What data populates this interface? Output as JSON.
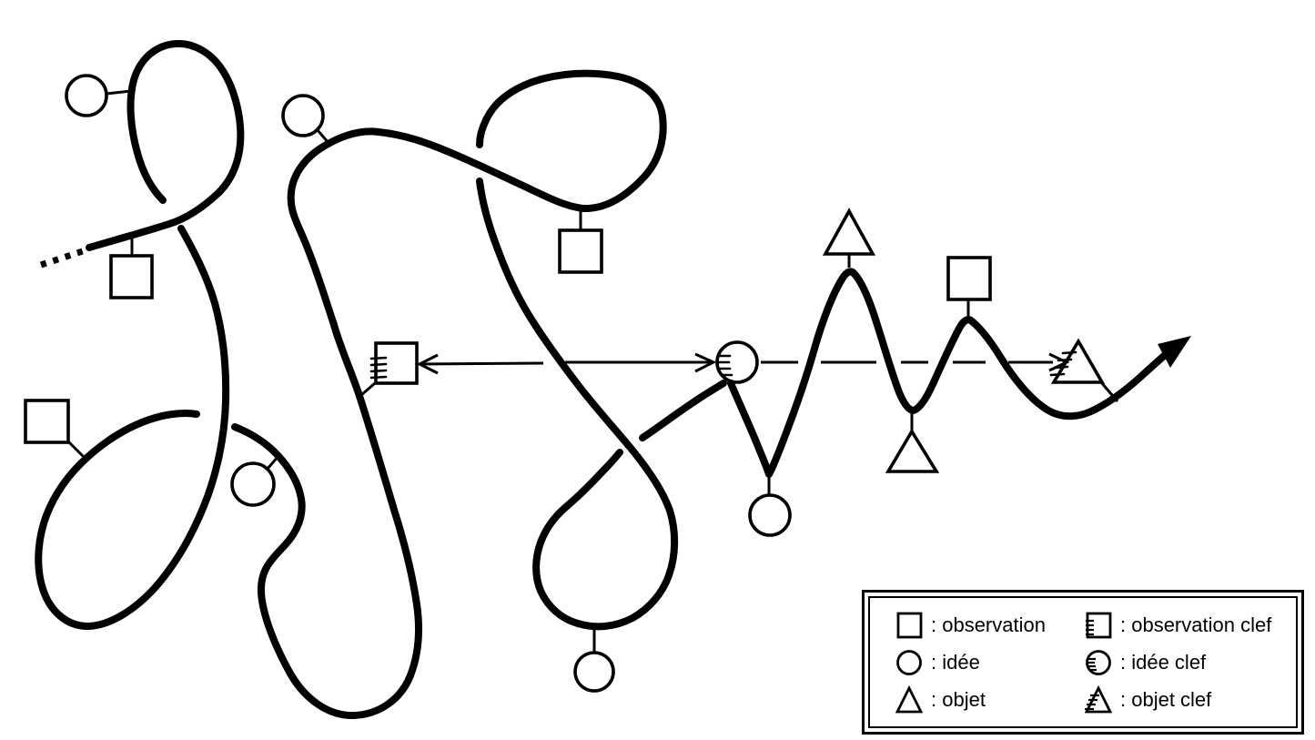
{
  "colors": {
    "ink": "#000000",
    "background": "#ffffff"
  },
  "legend": {
    "items": [
      {
        "symbol": "square-icon",
        "label": ": observation"
      },
      {
        "symbol": "square-clef-icon",
        "label": ": observation clef"
      },
      {
        "symbol": "circle-icon",
        "label": ": idée"
      },
      {
        "symbol": "circle-clef-icon",
        "label": ": idée clef"
      },
      {
        "symbol": "triangle-icon",
        "label": ": objet"
      },
      {
        "symbol": "triangle-clef-icon",
        "label": ": objet clef"
      }
    ]
  }
}
